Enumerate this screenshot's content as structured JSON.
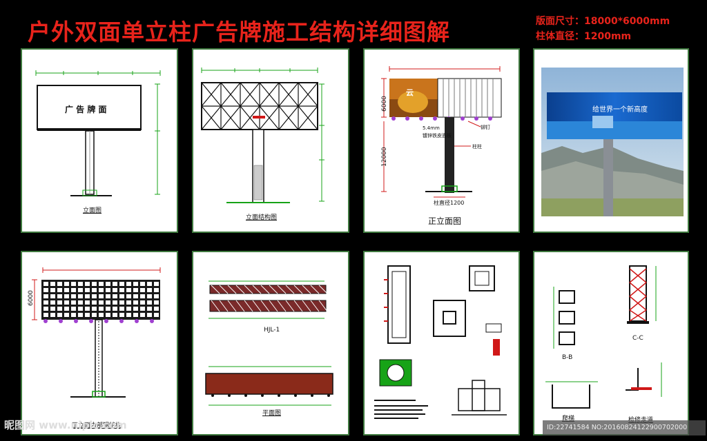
{
  "header": {
    "title": "户外双面单立柱广告牌施工结构详细图解",
    "spec_size": "版面尺寸：18000*6000mm",
    "spec_column": "柱体直径：1200mm"
  },
  "panels": {
    "p1": {
      "board_text": "广 告 牌 面",
      "caption": "立面图"
    },
    "p2": {
      "caption": "立面结构图"
    },
    "p3": {
      "dim_height": "6000",
      "dim_column": "12000",
      "note_plate": "5.4mm",
      "note_plate2": "镀锌铁皮面板",
      "note_rivet": "铆钉",
      "note_column": "柱柱",
      "board_text": "云",
      "column_dia": "柱直径1200",
      "caption": "正立面图"
    },
    "p4": {
      "banner_text": "给世界一个新高度"
    },
    "p5": {
      "dim_height": "6000",
      "caption": "正立面内部钢结构"
    },
    "p6": {
      "truss_label": "HJL-1",
      "caption": "平面图"
    },
    "p7": {
      "caption": ""
    },
    "p8": {
      "label_cc": "C-C",
      "label_bb": "B-B",
      "label_ladder": "爬梯",
      "label_walkway": "检修走道"
    }
  },
  "watermark": {
    "left": "昵图网 www.nipic.com",
    "right": "ID:22741584 NO:20160824122900702000"
  },
  "colors": {
    "title": "#e8231b",
    "border": "#3f7a3f",
    "dim_green": "#17a317",
    "dim_red": "#d01818",
    "marker": "#a040d0"
  }
}
